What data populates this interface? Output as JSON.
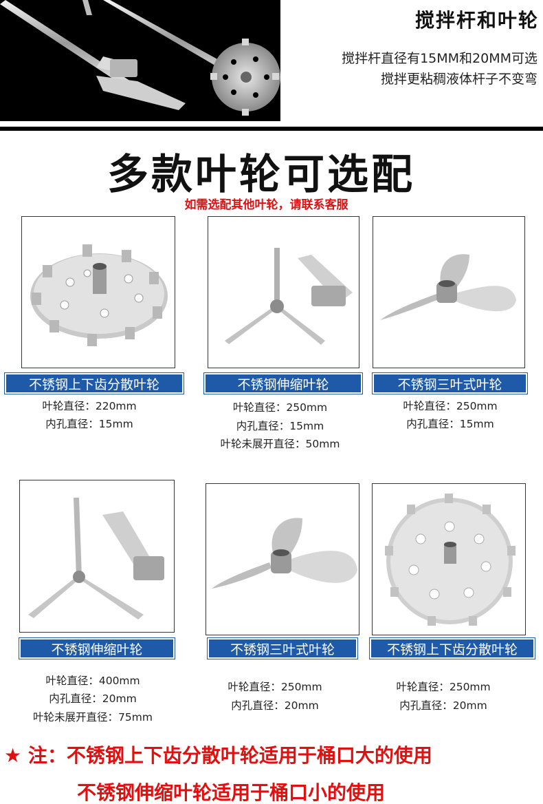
{
  "header": {
    "title": "搅拌杆和叶轮",
    "line1": "搅拌杆直径有15MM和20MM可选",
    "line2": "搅拌更粘稠液体杆子不变弯"
  },
  "main": {
    "title": "多款叶轮可选配",
    "note": "如需选配其他叶轮，请联系客服"
  },
  "products": [
    {
      "label": "不锈钢上下齿分散叶轮",
      "specs": [
        "叶轮直径：220mm",
        "内孔直径：15mm"
      ]
    },
    {
      "label": "不锈钢伸缩叶轮",
      "specs": [
        "叶轮直径：250mm",
        "内孔直径：15mm",
        "叶轮未展开直径：50mm"
      ]
    },
    {
      "label": "不锈钢三叶式叶轮",
      "specs": [
        "叶轮直径：250mm",
        "内孔直径：15mm"
      ]
    },
    {
      "label": "不锈钢伸缩叶轮",
      "specs": [
        "叶轮直径：400mm",
        "内孔直径：20mm",
        "叶轮未展开直径：75mm"
      ]
    },
    {
      "label": "不锈钢三叶式叶轮",
      "specs": [
        "叶轮直径：250mm",
        "内孔直径：20mm"
      ]
    },
    {
      "label": "不锈钢上下齿分散叶轮",
      "specs": [
        "叶轮直径：250mm",
        "内孔直径：20mm"
      ]
    }
  ],
  "footer": {
    "star": "★",
    "line1": "注：不锈钢上下齿分散叶轮适用于桶口大的使用",
    "line2": "不锈钢伸缩叶轮适用于桶口小的使用"
  },
  "colors": {
    "accent_red": "#e01010",
    "label_blue": "#1f5aa8",
    "header_bg": "#000000"
  },
  "icons": [
    "star-icon"
  ]
}
